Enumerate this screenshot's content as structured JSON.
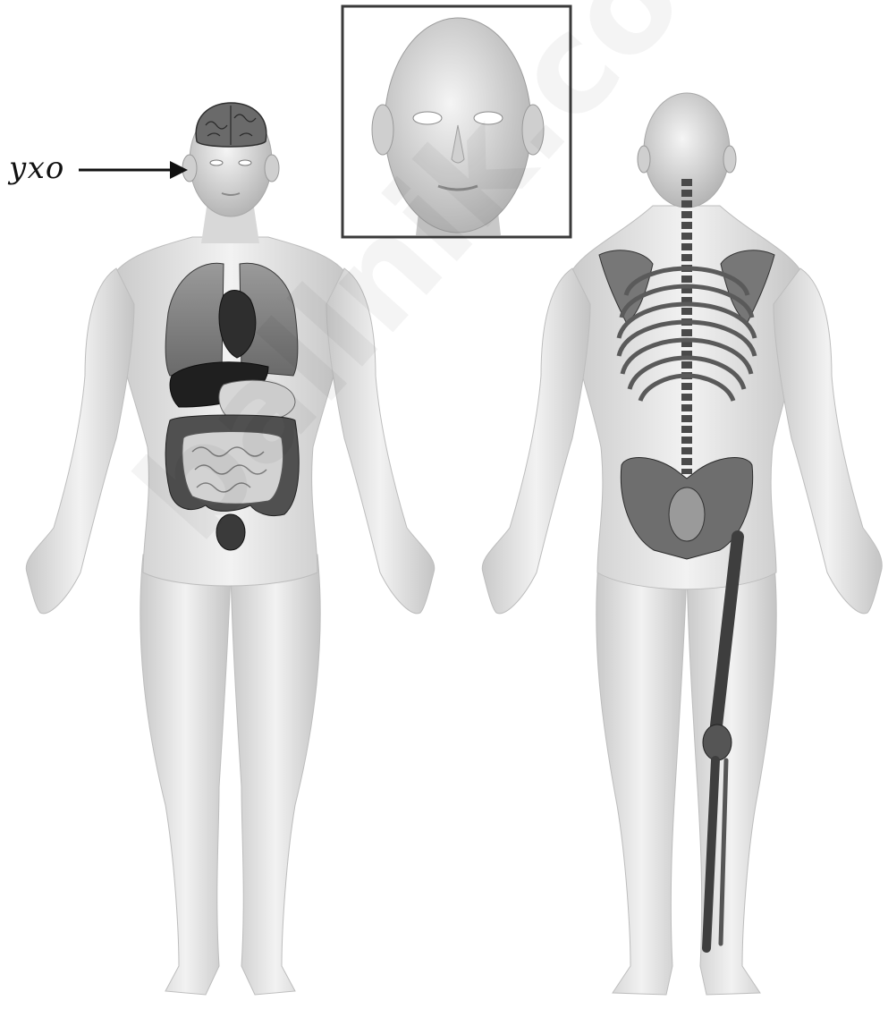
{
  "label": {
    "text": "ухо",
    "target": "ear"
  },
  "watermark": {
    "text": "ballnik.com"
  },
  "colors": {
    "skin": "#dcdcdc",
    "organs": "#4a4a4a",
    "bone": "#6e6e6e",
    "outline": "#333333"
  }
}
